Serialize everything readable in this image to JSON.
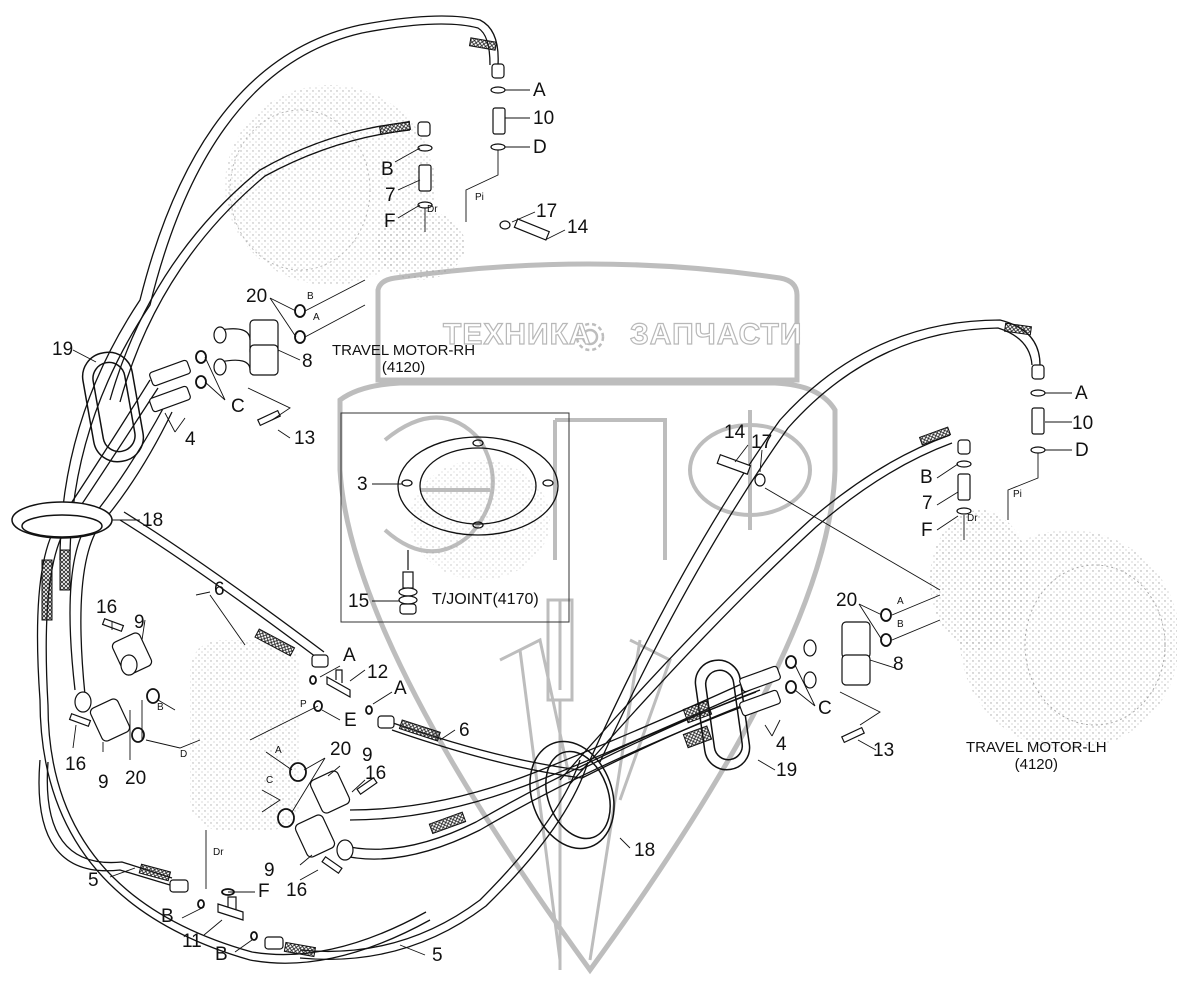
{
  "diagram": {
    "subject": "Travel motor hydraulic piping — exploded parts view",
    "assemblies": [
      {
        "id": "travel-motor-rh",
        "name": "TRAVEL MOTOR-RH",
        "ref": "(4120)"
      },
      {
        "id": "travel-motor-lh",
        "name": "TRAVEL MOTOR-LH",
        "ref": "(4120)"
      },
      {
        "id": "turning-joint",
        "name": "T/JOINT(4170)"
      }
    ],
    "watermark": {
      "left_text": "ТЕХНИКА",
      "right_text": "ЗАПЧАСТИ",
      "logo_letters": "ЭПФ",
      "color": "#b8b8b8"
    },
    "port_labels": {
      "pi": "Pi",
      "dr": "Dr",
      "p": "P",
      "a": "A",
      "b": "B",
      "c": "C",
      "d": "D"
    },
    "callouts": [
      {
        "key": "A1",
        "text": "A"
      },
      {
        "key": "p10a",
        "text": "10"
      },
      {
        "key": "D1",
        "text": "D"
      },
      {
        "key": "B1",
        "text": "B"
      },
      {
        "key": "p7a",
        "text": "7"
      },
      {
        "key": "F1",
        "text": "F"
      },
      {
        "key": "p17a",
        "text": "17"
      },
      {
        "key": "p14a",
        "text": "14"
      },
      {
        "key": "p20a",
        "text": "20"
      },
      {
        "key": "p8a",
        "text": "8"
      },
      {
        "key": "p19a",
        "text": "19"
      },
      {
        "key": "C1",
        "text": "C"
      },
      {
        "key": "p4a",
        "text": "4"
      },
      {
        "key": "p13a",
        "text": "13"
      },
      {
        "key": "p18a",
        "text": "18"
      },
      {
        "key": "p3",
        "text": "3"
      },
      {
        "key": "p15",
        "text": "15"
      },
      {
        "key": "p14b",
        "text": "14"
      },
      {
        "key": "p17b",
        "text": "17"
      },
      {
        "key": "A2",
        "text": "A"
      },
      {
        "key": "p10b",
        "text": "10"
      },
      {
        "key": "D2",
        "text": "D"
      },
      {
        "key": "B2",
        "text": "B"
      },
      {
        "key": "p7b",
        "text": "7"
      },
      {
        "key": "F2",
        "text": "F"
      },
      {
        "key": "p6a",
        "text": "6"
      },
      {
        "key": "p16a",
        "text": "16"
      },
      {
        "key": "p9a",
        "text": "9"
      },
      {
        "key": "p16b",
        "text": "16"
      },
      {
        "key": "p9b",
        "text": "9"
      },
      {
        "key": "p20b",
        "text": "20"
      },
      {
        "key": "A3",
        "text": "A"
      },
      {
        "key": "p12",
        "text": "12"
      },
      {
        "key": "A4",
        "text": "A"
      },
      {
        "key": "E1",
        "text": "E"
      },
      {
        "key": "p6b",
        "text": "6"
      },
      {
        "key": "p20c",
        "text": "20"
      },
      {
        "key": "p9c",
        "text": "9"
      },
      {
        "key": "p16c",
        "text": "16"
      },
      {
        "key": "p9d",
        "text": "9"
      },
      {
        "key": "p16d",
        "text": "16"
      },
      {
        "key": "p20d",
        "text": "20"
      },
      {
        "key": "p8b",
        "text": "8"
      },
      {
        "key": "C2",
        "text": "C"
      },
      {
        "key": "p4b",
        "text": "4"
      },
      {
        "key": "p19b",
        "text": "19"
      },
      {
        "key": "p13b",
        "text": "13"
      },
      {
        "key": "p18b",
        "text": "18"
      },
      {
        "key": "p5a",
        "text": "5"
      },
      {
        "key": "B3",
        "text": "B"
      },
      {
        "key": "F3",
        "text": "F"
      },
      {
        "key": "p11",
        "text": "11"
      },
      {
        "key": "B4",
        "text": "B"
      },
      {
        "key": "p5b",
        "text": "5"
      }
    ]
  }
}
